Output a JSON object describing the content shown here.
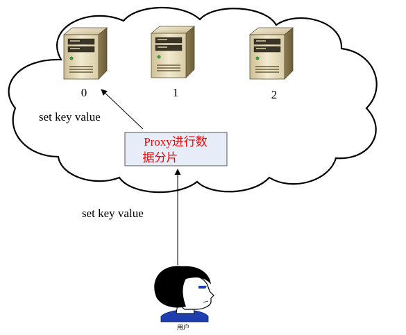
{
  "servers": [
    {
      "label": "0"
    },
    {
      "label": "1"
    },
    {
      "label": "2"
    }
  ],
  "proxy": {
    "line1": "Proxy进行数",
    "line2": "据分片"
  },
  "arrows": {
    "proxy_to_server": "set key value",
    "user_to_proxy": "set key value"
  },
  "user": {
    "label": "用户"
  },
  "colors": {
    "proxy_text": "#ff0000",
    "proxy_fill": "#e6edf8",
    "cloud_stroke": "#000000",
    "user_shirt": "#1f3fb0",
    "user_eye": "#1f3fb0"
  }
}
